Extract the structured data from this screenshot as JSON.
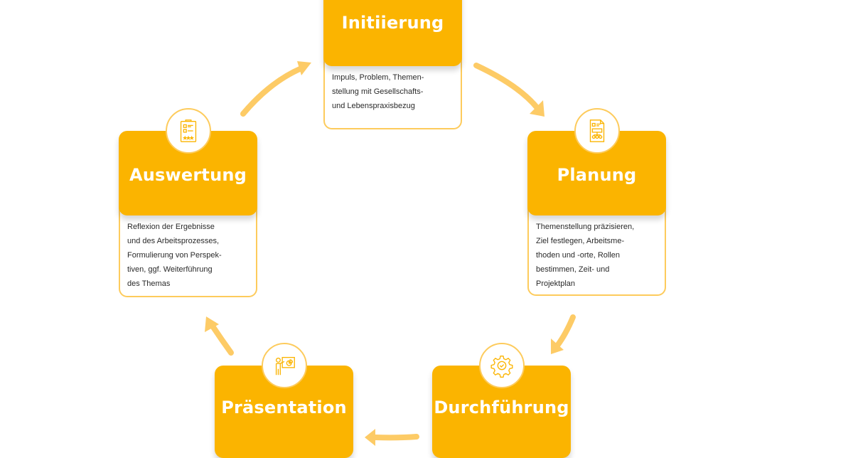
{
  "diagram": {
    "type": "process-cycle",
    "accent_color": "#FBB400",
    "arrow_color": "#FDCB66",
    "steps": [
      {
        "id": "initiierung",
        "title": "Initiierung",
        "icon": "lightbulb-icon",
        "description_lines": [
          "Impuls, Problem, Themen-",
          "stellung mit Gesellschafts-",
          "und Lebenspraxisbezug"
        ]
      },
      {
        "id": "planung",
        "title": "Planung",
        "icon": "document-flowchart-icon",
        "description_lines": [
          "Themenstellung präzisieren,",
          "Ziel festlegen, Arbeitsme-",
          "thoden und -orte, Rollen",
          "bestimmen, Zeit- und",
          "Projektplan"
        ]
      },
      {
        "id": "durchfuehrung",
        "title": "Durchführung",
        "icon": "gear-check-icon",
        "description_lines": []
      },
      {
        "id": "praesentation",
        "title": "Präsentation",
        "icon": "presenter-board-icon",
        "description_lines": []
      },
      {
        "id": "auswertung",
        "title": "Auswertung",
        "icon": "clipboard-rating-icon",
        "description_lines": [
          "Reflexion der Ergebnisse",
          "und des Arbeitsprozesses,",
          "Formulierung von Perspek-",
          "tiven, ggf. Weiterführung",
          "des Themas"
        ]
      }
    ],
    "flow": [
      [
        "initiierung",
        "planung"
      ],
      [
        "planung",
        "durchfuehrung"
      ],
      [
        "durchfuehrung",
        "praesentation"
      ],
      [
        "praesentation",
        "auswertung"
      ],
      [
        "auswertung",
        "initiierung"
      ]
    ]
  }
}
